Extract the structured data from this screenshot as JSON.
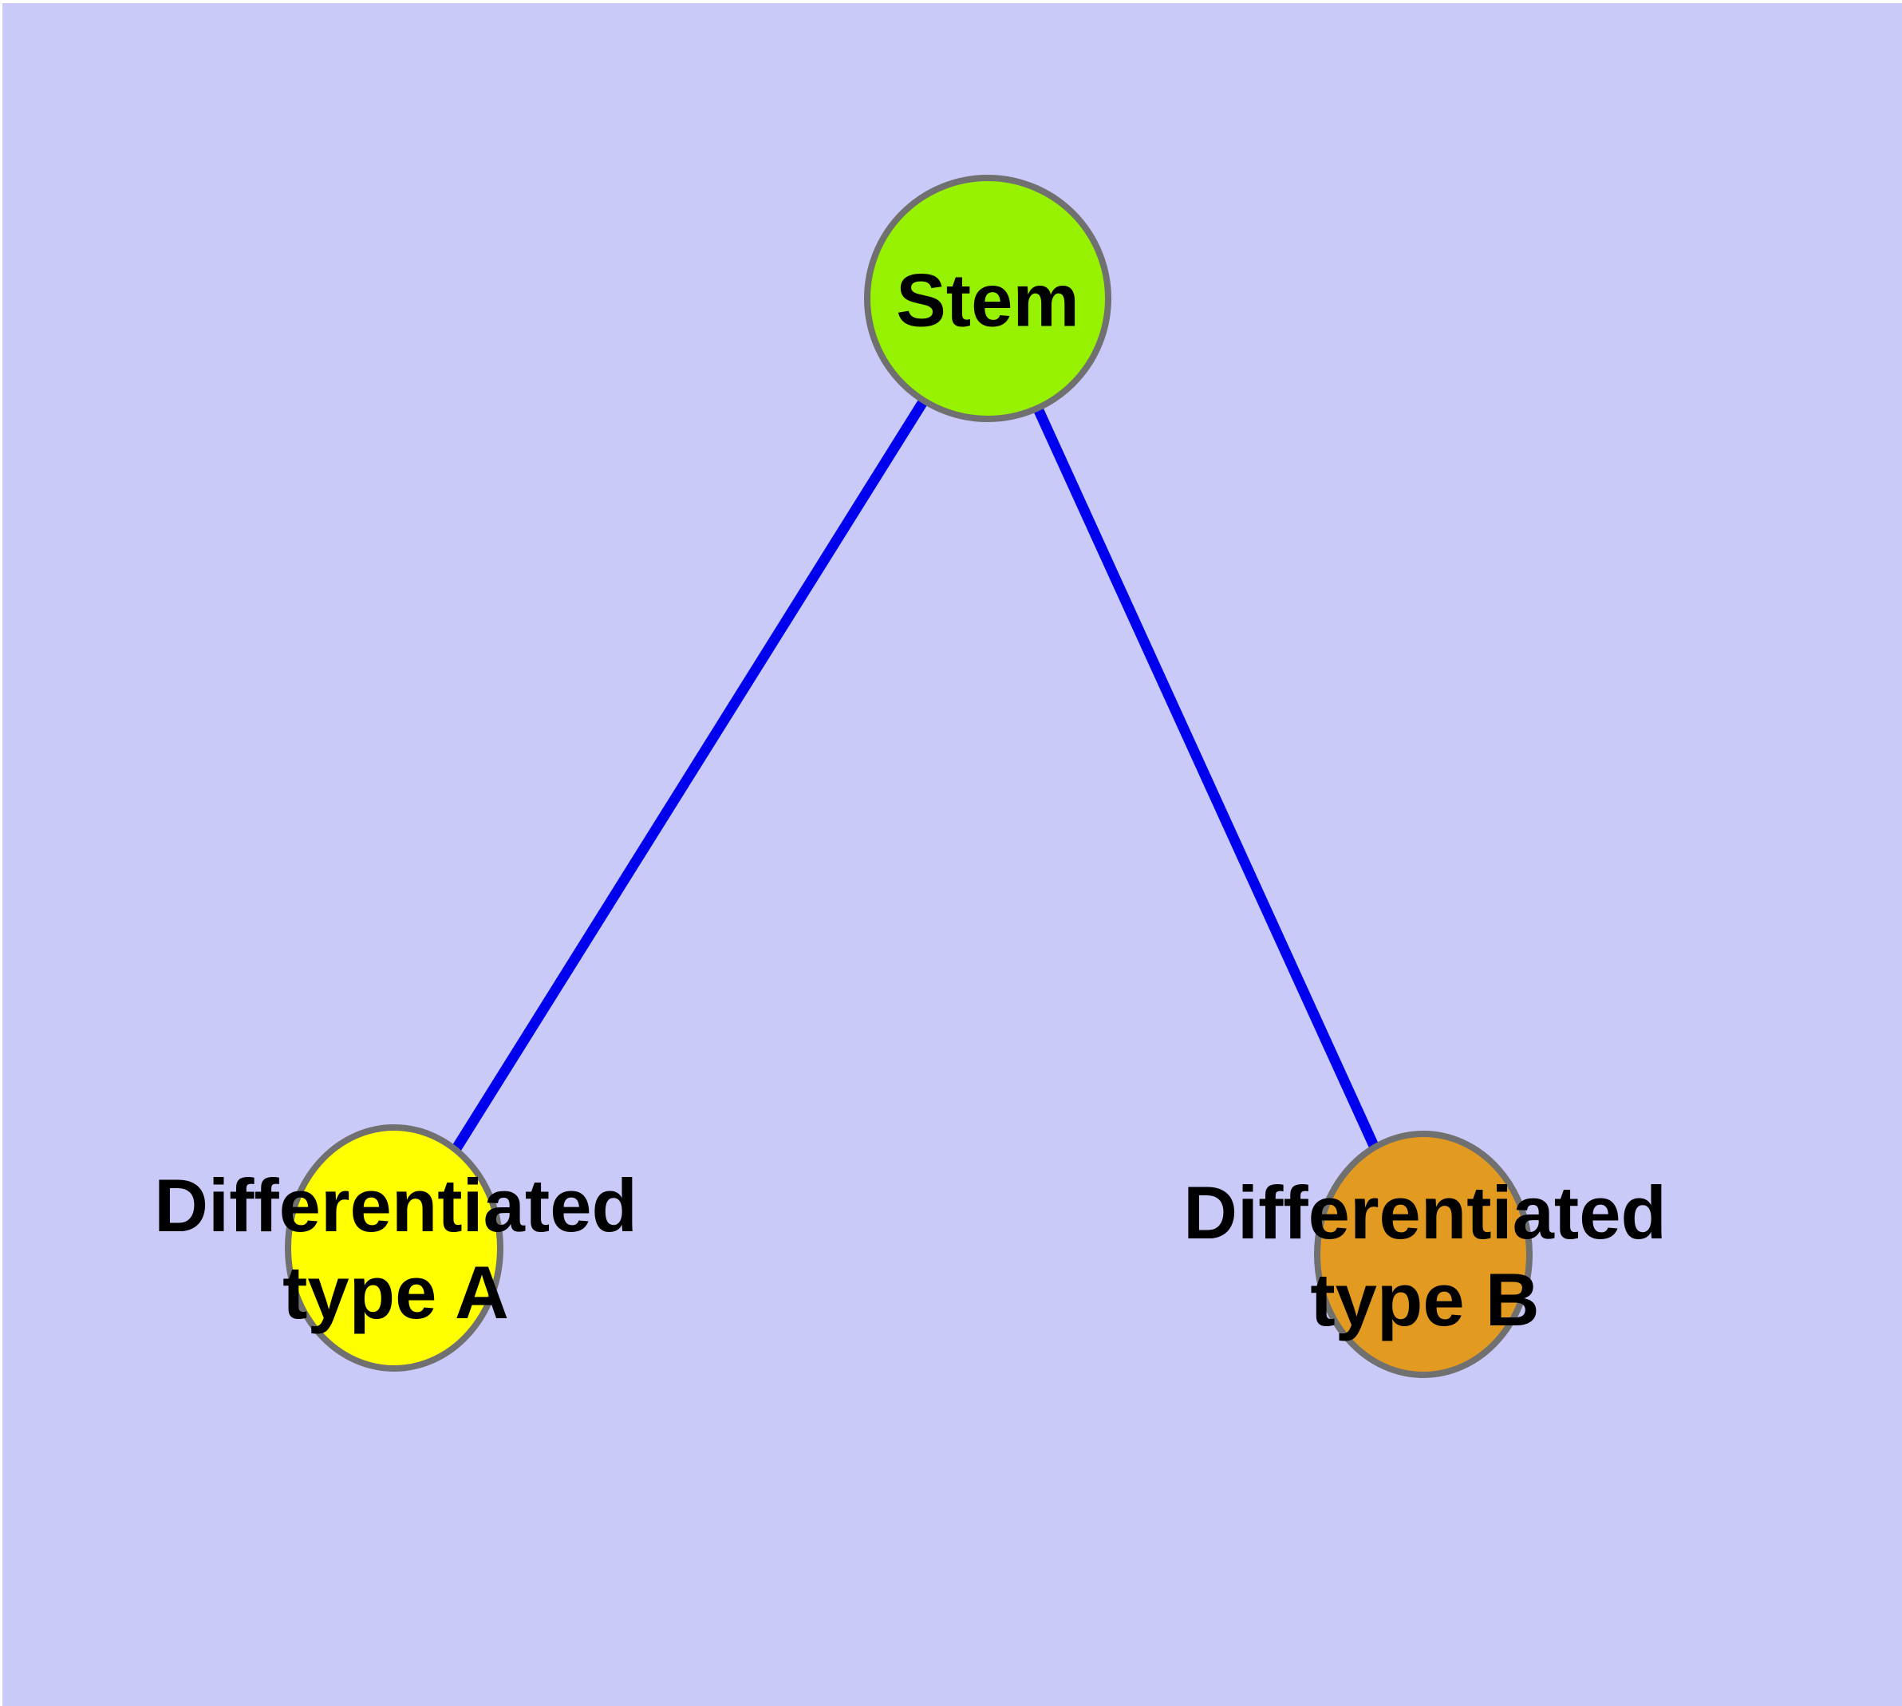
{
  "colors": {
    "page_border": "#FFFFFF",
    "background": "#CACAF8",
    "edge": "#0000EE",
    "node_border": "#707070",
    "label_text": "#000000"
  },
  "graph": {
    "nodes": [
      {
        "id": "stem",
        "label": "Stem",
        "fill": "#96F200"
      },
      {
        "id": "differentiated-type-a",
        "label": "Differentiated\ntype A",
        "fill": "#FFFF00"
      },
      {
        "id": "differentiated-type-b",
        "label": "Differentiated\ntype B",
        "fill": "#E29B20"
      }
    ],
    "edges": [
      {
        "from": "stem",
        "to": "differentiated-type-a"
      },
      {
        "from": "stem",
        "to": "differentiated-type-b"
      }
    ]
  }
}
